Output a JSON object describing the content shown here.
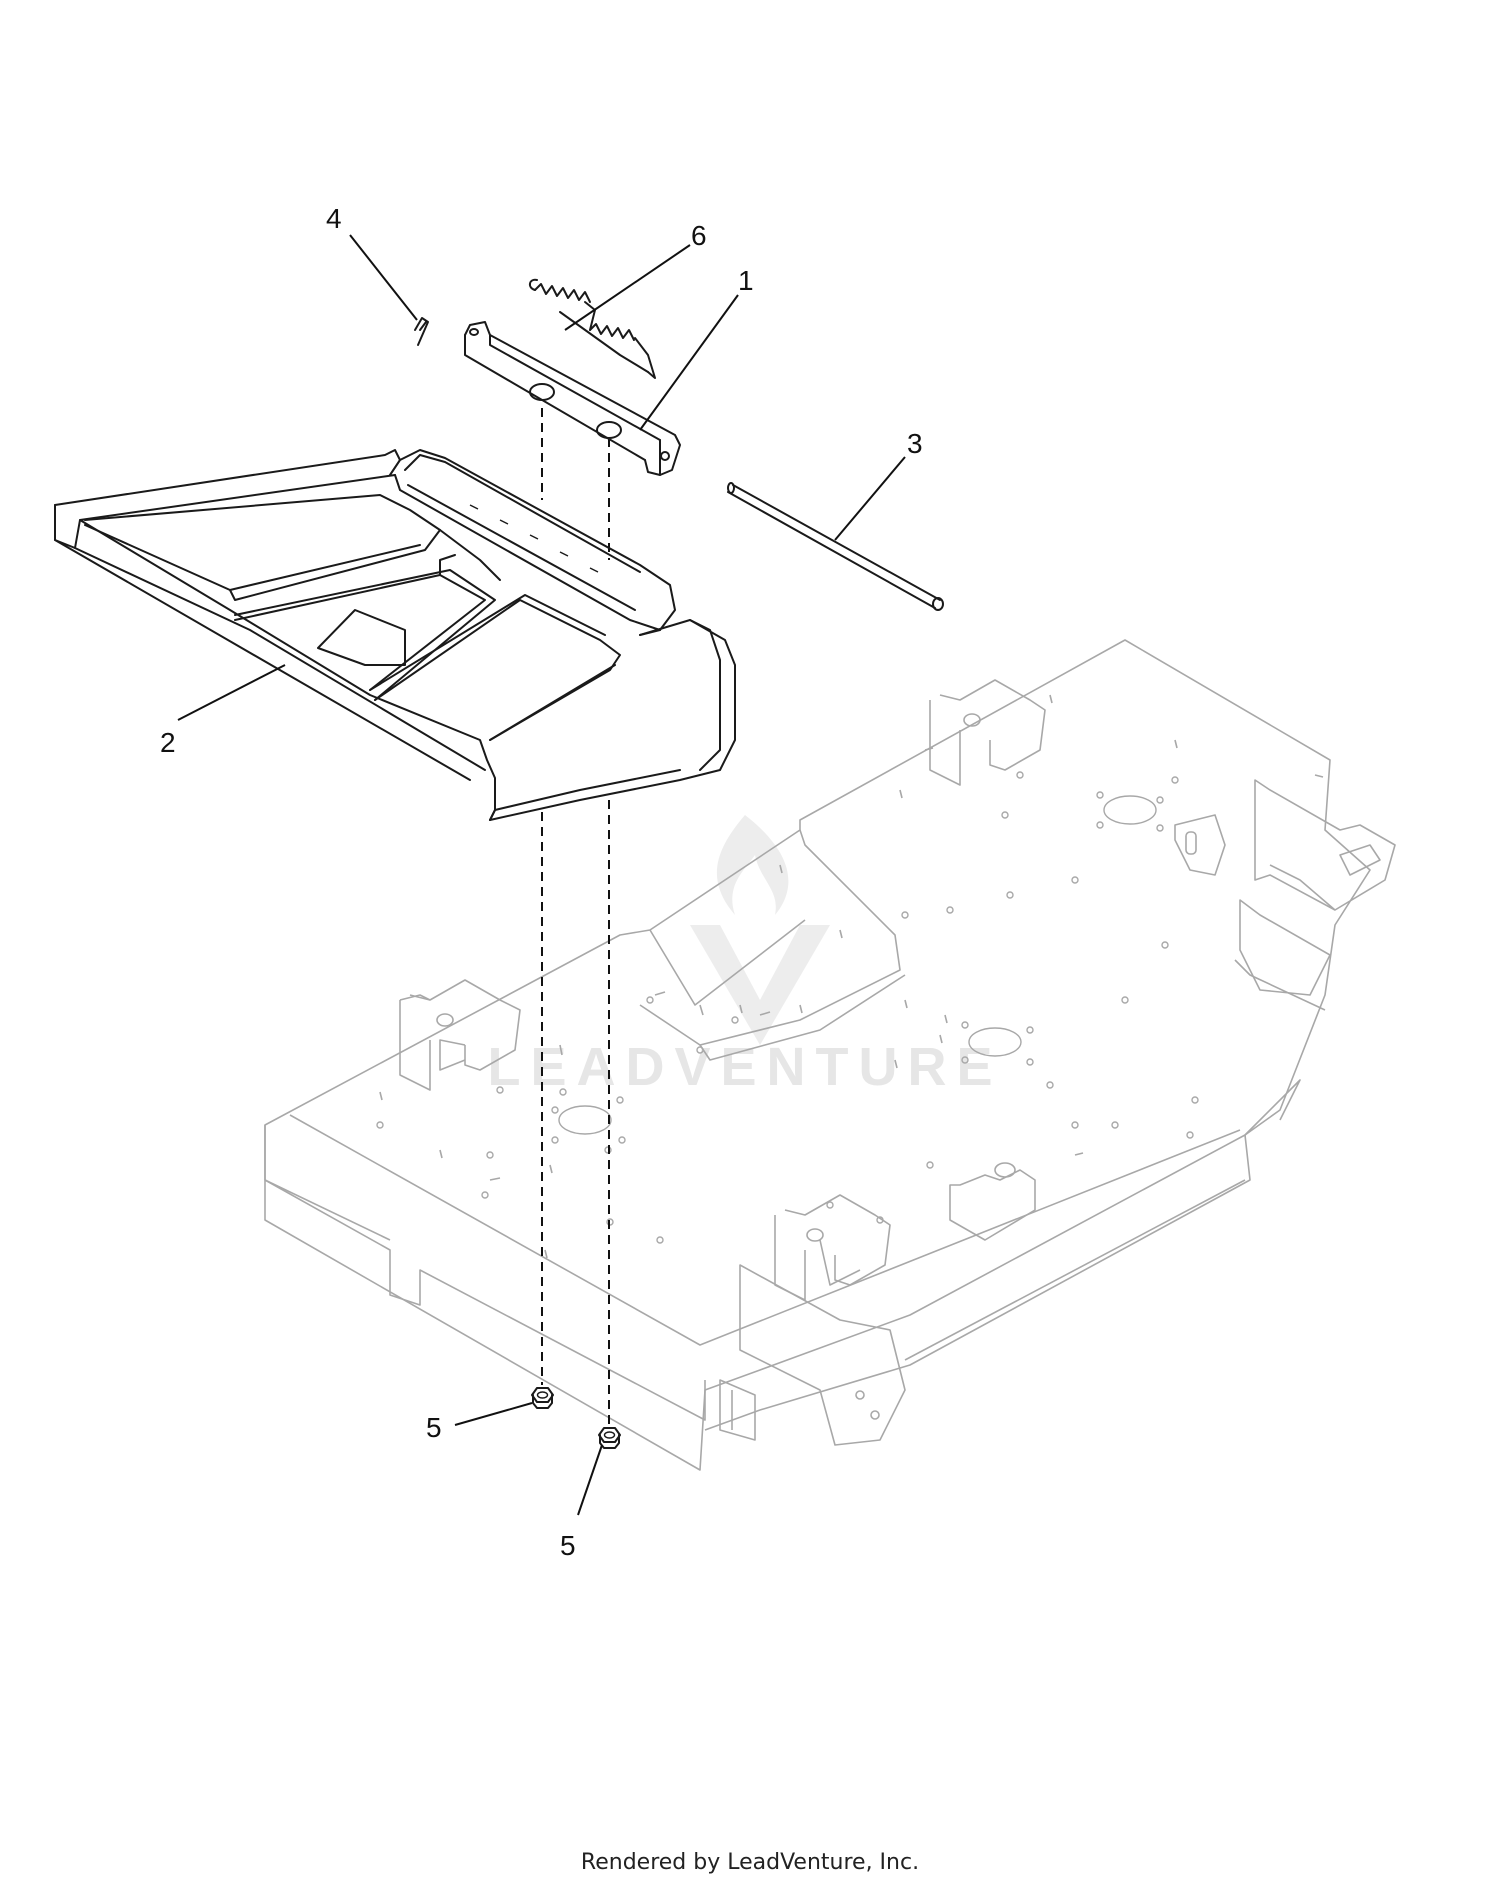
{
  "callouts": {
    "c1": "1",
    "c2": "2",
    "c3": "3",
    "c4": "4",
    "c5a": "5",
    "c5b": "5",
    "c6": "6"
  },
  "watermark": "LEADVENTURE",
  "footer": "Rendered by LeadVenture, Inc."
}
